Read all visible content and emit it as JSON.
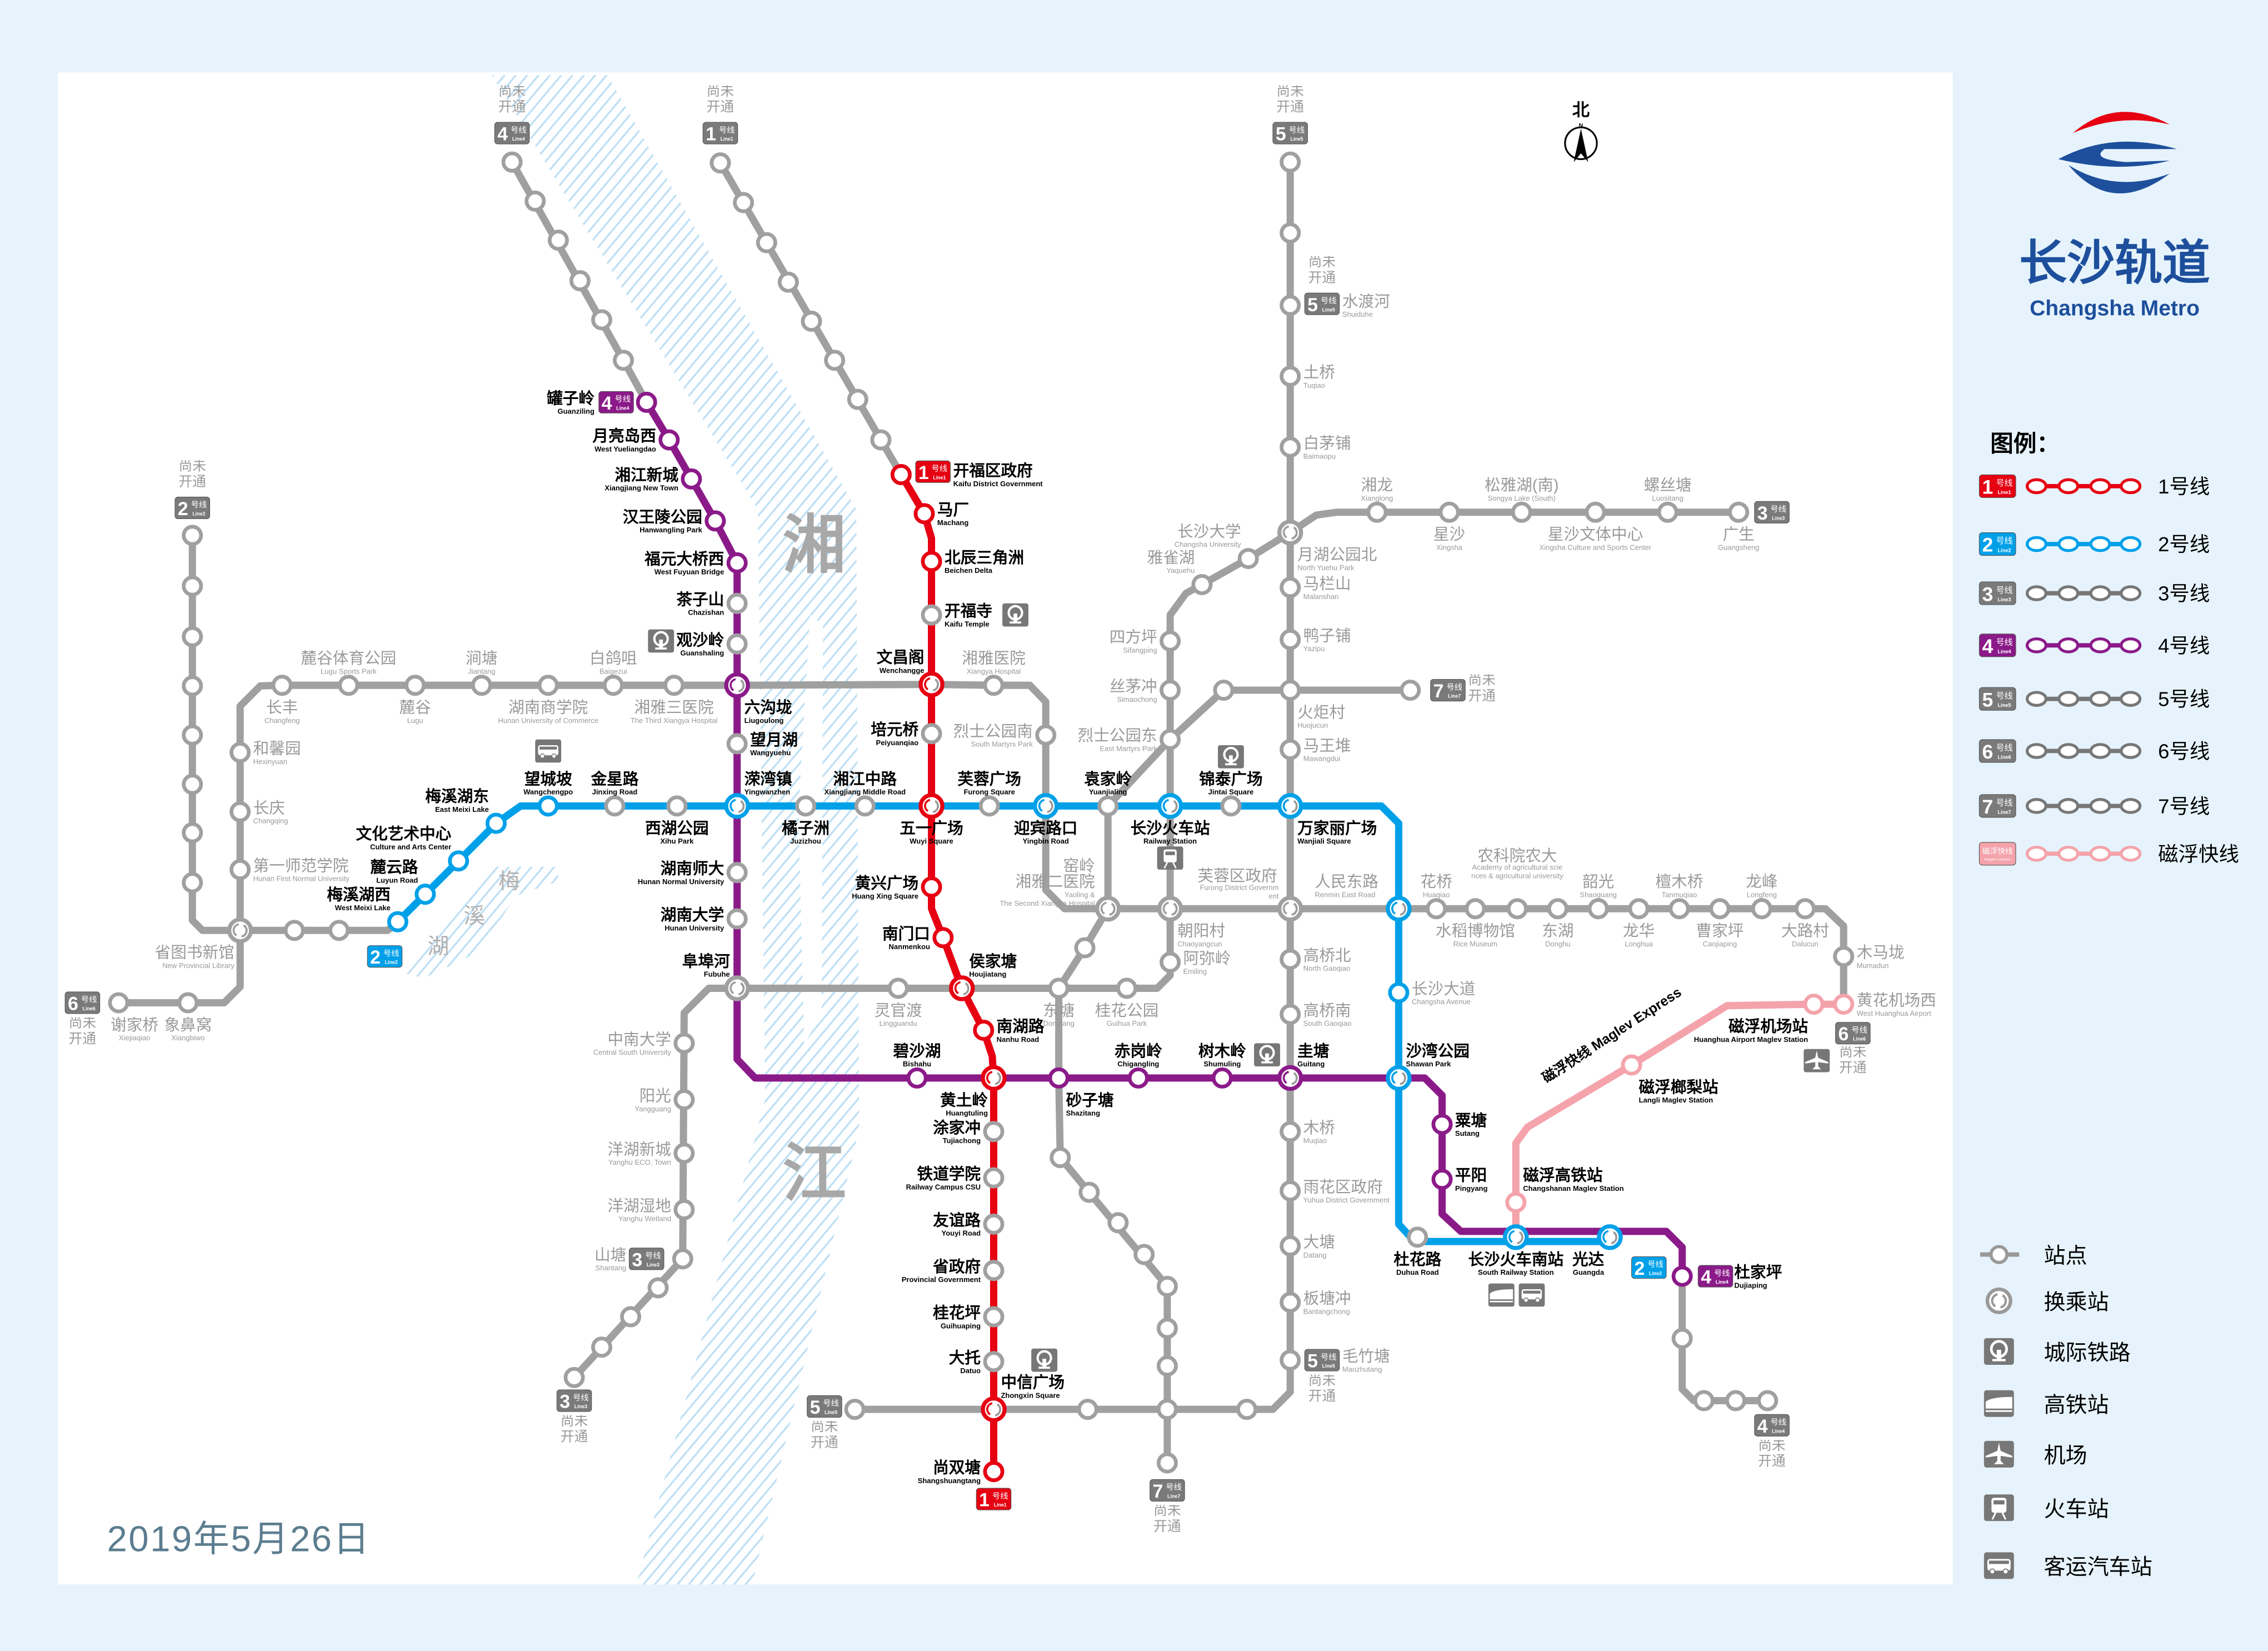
{
  "date": "2019年5月26日",
  "north_label": "北",
  "north_letter": "N",
  "unopened": "尚未开通",
  "logo": {
    "cn": "长沙轨道",
    "en": "Changsha Metro",
    "brand_blue": "#1d4f9c",
    "brand_red": "#e60012"
  },
  "map_labels": {
    "river": [
      "湘",
      "江"
    ],
    "lake": [
      "梅",
      "溪",
      "湖"
    ],
    "maglev_line": "磁浮快线 Maglev Express"
  },
  "lines": [
    {
      "num": "1",
      "cn": "号线",
      "en": "Line1",
      "label": "1号线",
      "color": "#e60012"
    },
    {
      "num": "2",
      "cn": "号线",
      "en": "Line2",
      "label": "2号线",
      "color": "#00a0e9"
    },
    {
      "num": "3",
      "cn": "号线",
      "en": "Line3",
      "label": "3号线",
      "color": "#a0a0a0"
    },
    {
      "num": "4",
      "cn": "号线",
      "en": "Line4",
      "label": "4号线",
      "color": "#8b1a89"
    },
    {
      "num": "5",
      "cn": "号线",
      "en": "Line5",
      "label": "5号线",
      "color": "#a0a0a0"
    },
    {
      "num": "6",
      "cn": "号线",
      "en": "Line6",
      "label": "6号线",
      "color": "#a0a0a0"
    },
    {
      "num": "7",
      "cn": "号线",
      "en": "Line7",
      "label": "7号线",
      "color": "#a0a0a0"
    },
    {
      "num": "",
      "cn": "磁浮快线",
      "en": "Maglev Express",
      "label": "磁浮快线",
      "color": "#f4a3ab"
    }
  ],
  "legend": {
    "title": "图例：",
    "symbols": [
      {
        "icon": "station-icon",
        "label": "站点"
      },
      {
        "icon": "interchange-icon",
        "label": "换乘站"
      },
      {
        "icon": "intercity-rail-icon",
        "label": "城际铁路"
      },
      {
        "icon": "high-speed-rail-icon",
        "label": "高铁站"
      },
      {
        "icon": "airport-icon",
        "label": "机场"
      },
      {
        "icon": "railway-station-icon",
        "label": "火车站"
      },
      {
        "icon": "coach-station-icon",
        "label": "客运汽车站"
      }
    ]
  },
  "stations": {
    "kaifu_gov": {
      "cn": "开福区政府",
      "en": "Kaifu District Government"
    },
    "machang": {
      "cn": "马厂",
      "en": "Machang"
    },
    "beichen": {
      "cn": "北辰三角洲",
      "en": "Beichen Delta"
    },
    "kaifusi": {
      "cn": "开福寺",
      "en": "Kaifu Temple"
    },
    "wenchangge": {
      "cn": "文昌阁",
      "en": "Wenchangge"
    },
    "peiyuanqiao": {
      "cn": "培元桥",
      "en": "Peiyuanqiao"
    },
    "wuyi": {
      "cn": "五一广场",
      "en": "Wuyi Square"
    },
    "huangxing": {
      "cn": "黄兴广场",
      "en": "Huang Xing Square"
    },
    "nanmenkou": {
      "cn": "南门口",
      "en": "Nanmenkou"
    },
    "houjiatang": {
      "cn": "侯家塘",
      "en": "Houjiatang"
    },
    "nanhu": {
      "cn": "南湖路",
      "en": "Nanhu Road"
    },
    "huangtuling": {
      "cn": "黄土岭",
      "en": "Huangtuling"
    },
    "tujiachong": {
      "cn": "涂家冲",
      "en": "Tujiachong"
    },
    "tiedao": {
      "cn": "铁道学院",
      "en": "Railway Campus CSU"
    },
    "youyi": {
      "cn": "友谊路",
      "en": "Youyi Road"
    },
    "shengzhengfu": {
      "cn": "省政府",
      "en": "Provincial Government"
    },
    "guihuaping": {
      "cn": "桂花坪",
      "en": "Guihuaping"
    },
    "datuo": {
      "cn": "大托",
      "en": "Datuo"
    },
    "zhongxin": {
      "cn": "中信广场",
      "en": "Zhongxin Square"
    },
    "shangshuangtang": {
      "cn": "尚双塘",
      "en": "Shangshuangtang"
    },
    "meixihu_w": {
      "cn": "梅溪湖西",
      "en": "West Meixi Lake"
    },
    "luyun": {
      "cn": "麓云路",
      "en": "Luyun Road"
    },
    "wenhua": {
      "cn": "文化艺术中心",
      "en": "Culture and Arts Center"
    },
    "meixihu_e": {
      "cn": "梅溪湖东",
      "en": "East Meixi Lake"
    },
    "wangchengpo": {
      "cn": "望城坡",
      "en": "Wangchengpo"
    },
    "jinxing": {
      "cn": "金星路",
      "en": "Jinxing Road"
    },
    "xihu": {
      "cn": "西湖公园",
      "en": "Xihu Park"
    },
    "yingwanzhen": {
      "cn": "溁湾镇",
      "en": "Yingwanzhen"
    },
    "juzizhou": {
      "cn": "橘子洲",
      "en": "Juzizhou"
    },
    "xiangjiangzl": {
      "cn": "湘江中路",
      "en": "Xiangjiang Middle Road"
    },
    "furong": {
      "cn": "芙蓉广场",
      "en": "Furong Square"
    },
    "yingbin": {
      "cn": "迎宾路口",
      "en": "Yingbin Road"
    },
    "yuanjialing": {
      "cn": "袁家岭",
      "en": "Yuanjialing"
    },
    "railway": {
      "cn": "长沙火车站",
      "en": "Railway Station"
    },
    "jintai": {
      "cn": "锦泰广场",
      "en": "Jintai Square"
    },
    "wanjiali": {
      "cn": "万家丽广场",
      "en": "Wanjiali Square"
    },
    "changsha_ave": {
      "cn": "长沙大道",
      "en": "Changsha Avenue"
    },
    "shawan": {
      "cn": "沙湾公园",
      "en": "Shawan Park"
    },
    "duhua": {
      "cn": "杜花路",
      "en": "Duhua Road"
    },
    "south_railway": {
      "cn": "长沙火车南站",
      "en": "South Railway Station"
    },
    "guangda": {
      "cn": "光达",
      "en": "Guangda"
    },
    "guanziling": {
      "cn": "罐子岭",
      "en": "Guanziling"
    },
    "yueliangdao": {
      "cn": "月亮岛西",
      "en": "West Yueliangdao"
    },
    "xiangjiang_nt": {
      "cn": "湘江新城",
      "en": "Xiangjiang New Town"
    },
    "hanwangling": {
      "cn": "汉王陵公园",
      "en": "Hanwangling Park"
    },
    "fuyuan": {
      "cn": "福元大桥西",
      "en": "West Fuyuan Bridge"
    },
    "chazishan": {
      "cn": "茶子山",
      "en": "Chazishan"
    },
    "guanshaling": {
      "cn": "观沙岭",
      "en": "Guanshaling"
    },
    "liugoulong": {
      "cn": "六沟垅",
      "en": "Liugoulong"
    },
    "wangyuehu": {
      "cn": "望月湖",
      "en": "Wangyuehu"
    },
    "hunan_normal": {
      "cn": "湖南师大",
      "en": "Hunan Normal University"
    },
    "hunan_univ": {
      "cn": "湖南大学",
      "en": "Hunan University"
    },
    "fubuhe": {
      "cn": "阜埠河",
      "en": "Fubuhe"
    },
    "bishahu": {
      "cn": "碧沙湖",
      "en": "Bishahu"
    },
    "shazitang": {
      "cn": "砂子塘",
      "en": "Shazitang"
    },
    "chigangling": {
      "cn": "赤岗岭",
      "en": "Chigangling"
    },
    "shumuling": {
      "cn": "树木岭",
      "en": "Shumuling"
    },
    "guitang": {
      "cn": "圭塘",
      "en": "Guitang"
    },
    "sutang": {
      "cn": "粟塘",
      "en": "Sutang"
    },
    "pingyang": {
      "cn": "平阳",
      "en": "Pingyang"
    },
    "dujiaping": {
      "cn": "杜家坪",
      "en": "Dujiaping"
    },
    "shantang": {
      "cn": "山塘",
      "en": "Shantang"
    },
    "yanghu_wetland": {
      "cn": "洋湖湿地",
      "en": "Yanghu Wetland"
    },
    "yanghu_new": {
      "cn": "洋湖新城",
      "en": "Yanghu ECO. Town"
    },
    "yangguang": {
      "cn": "阳光",
      "en": "Yangguang"
    },
    "zhongnan": {
      "cn": "中南大学",
      "en": "Central South University"
    },
    "lingguandu": {
      "cn": "灵官渡",
      "en": "Lingguandu"
    },
    "dongtang": {
      "cn": "东塘",
      "en": "Dongtang"
    },
    "guihua_park": {
      "cn": "桂花公园",
      "en": "Guihua Park"
    },
    "emiling": {
      "cn": "阿弥岭",
      "en": "Emiling"
    },
    "chaoyangcun": {
      "cn": "朝阳村",
      "en": "Chaoyangcun"
    },
    "lieshi_e": {
      "cn": "烈士公园东",
      "en": "East Martyrs Park"
    },
    "simaochong": {
      "cn": "丝茅冲",
      "en": "Simaochong"
    },
    "sifangping": {
      "cn": "四方坪",
      "en": "Sifangping"
    },
    "yaquehu": {
      "cn": "雅雀湖",
      "en": "Yaquehu"
    },
    "changsha_univ": {
      "cn": "长沙大学",
      "en": "Changsha University"
    },
    "yuehu_n": {
      "cn": "月湖公园北",
      "en": "North Yuehu Park"
    },
    "xianglong": {
      "cn": "湘龙",
      "en": "Xianglong"
    },
    "xingsha": {
      "cn": "星沙",
      "en": "Xingsha"
    },
    "songya": {
      "cn": "松雅湖(南)",
      "en": "Songya Lake (South)"
    },
    "xingsha_center": {
      "cn": "星沙文体中心",
      "en": "Xingsha Culture and Sports Center"
    },
    "luositang": {
      "cn": "螺丝塘",
      "en": "Luositang"
    },
    "guangsheng": {
      "cn": "广生",
      "en": "Guangsheng"
    },
    "shuiduhe": {
      "cn": "水渡河",
      "en": "Shuiduhe"
    },
    "tuqiao": {
      "cn": "土桥",
      "en": "Tuqiao"
    },
    "baimaopu": {
      "cn": "白茅铺",
      "en": "Baimaopu"
    },
    "malanshan": {
      "cn": "马栏山",
      "en": "Malanshan"
    },
    "yazipu": {
      "cn": "鸭子铺",
      "en": "Yazipu"
    },
    "huojucun": {
      "cn": "火炬村",
      "en": "Huojucun"
    },
    "mawangdui": {
      "cn": "马王堆",
      "en": "Mawangdui"
    },
    "renmin_e": {
      "cn": "人民东路",
      "en": "Renmin East Road"
    },
    "gaoqiao_n": {
      "cn": "高桥北",
      "en": "North Gaoqiao"
    },
    "gaoqiao_s": {
      "cn": "高桥南",
      "en": "South Gaoqiao"
    },
    "muqiao": {
      "cn": "木桥",
      "en": "Muqiao"
    },
    "yuhua": {
      "cn": "雨花区政府",
      "en": "Yuhua District Government"
    },
    "datang": {
      "cn": "大塘",
      "en": "Datang"
    },
    "bantangchong": {
      "cn": "板塘冲",
      "en": "Bantangchong"
    },
    "maozhutang": {
      "cn": "毛竹塘",
      "en": "Maozhutang"
    },
    "xiejiaqiao": {
      "cn": "谢家桥",
      "en": "Xiejiaqiao"
    },
    "xiangbiwo": {
      "cn": "象鼻窝",
      "en": "Xiangbiwo"
    },
    "shengtushu": {
      "cn": "省图书新馆",
      "en": "New Provincial Library"
    },
    "diyishifan": {
      "cn": "第一师范学院",
      "en": "Hunan First Normal University"
    },
    "changqing": {
      "cn": "长庆",
      "en": "Changqing"
    },
    "hexinyuan": {
      "cn": "和馨园",
      "en": "Hexinyuan"
    },
    "changfeng": {
      "cn": "长丰",
      "en": "Changfeng"
    },
    "lugu_park": {
      "cn": "麓谷体育公园",
      "en": "Lugu Sports Park"
    },
    "lugu": {
      "cn": "麓谷",
      "en": "Lugu"
    },
    "jiantang": {
      "cn": "涧塘",
      "en": "Jiantang"
    },
    "commerce": {
      "cn": "湖南商学院",
      "en": "Hunan University of Commerce"
    },
    "baigezui": {
      "cn": "白鸽咀",
      "en": "Baigezui"
    },
    "xiangya3": {
      "cn": "湘雅三医院",
      "en": "The Third Xiangya Hospital"
    },
    "xiangya": {
      "cn": "湘雅医院",
      "en": "Xiangya Hospital"
    },
    "lieshi_s": {
      "cn": "烈士公园南",
      "en": "South Martyrs Park"
    },
    "yaoling": {
      "cn": "窑岭",
      "cn2": "湘雅二医院",
      "en": "Yaoling &",
      "en2": "The Second Xiangya Hospital"
    },
    "furong_gov": {
      "cn": "芙蓉区政府",
      "en": "Furong District Government"
    },
    "huaqiao": {
      "cn": "花桥",
      "en": "Huaqiao"
    },
    "rice_museum": {
      "cn": "水稻博物馆",
      "en": "Rice Museum"
    },
    "nongda": {
      "cn": "农科院农大",
      "en": "Academy of agricultural sciences & agricultural university"
    },
    "donghu": {
      "cn": "东湖",
      "en": "Donghu"
    },
    "shaoguang": {
      "cn": "韶光",
      "en": "Shaoguang"
    },
    "longhua": {
      "cn": "龙华",
      "en": "Longhua"
    },
    "tanmuqiao": {
      "cn": "檀木桥",
      "en": "Tanmuqiao"
    },
    "caojiaping": {
      "cn": "曹家坪",
      "en": "Caojiaping"
    },
    "longfeng": {
      "cn": "龙峰",
      "en": "Longfeng"
    },
    "dalucun": {
      "cn": "大路村",
      "en": "Dalucun"
    },
    "mumadun": {
      "cn": "木马垅",
      "en": "Mumadun"
    },
    "hh_airport_w": {
      "cn": "黄花机场西",
      "en": "West Huanghua Airport"
    },
    "maglev_south": {
      "cn": "磁浮高铁站",
      "en": "Changshanan Maglev Station"
    },
    "maglev_langli": {
      "cn": "磁浮榔梨站",
      "en": "Langli Maglev Station"
    },
    "maglev_airport": {
      "cn": "磁浮机场站",
      "en": "Huanghua Airport Maglev Station"
    }
  }
}
